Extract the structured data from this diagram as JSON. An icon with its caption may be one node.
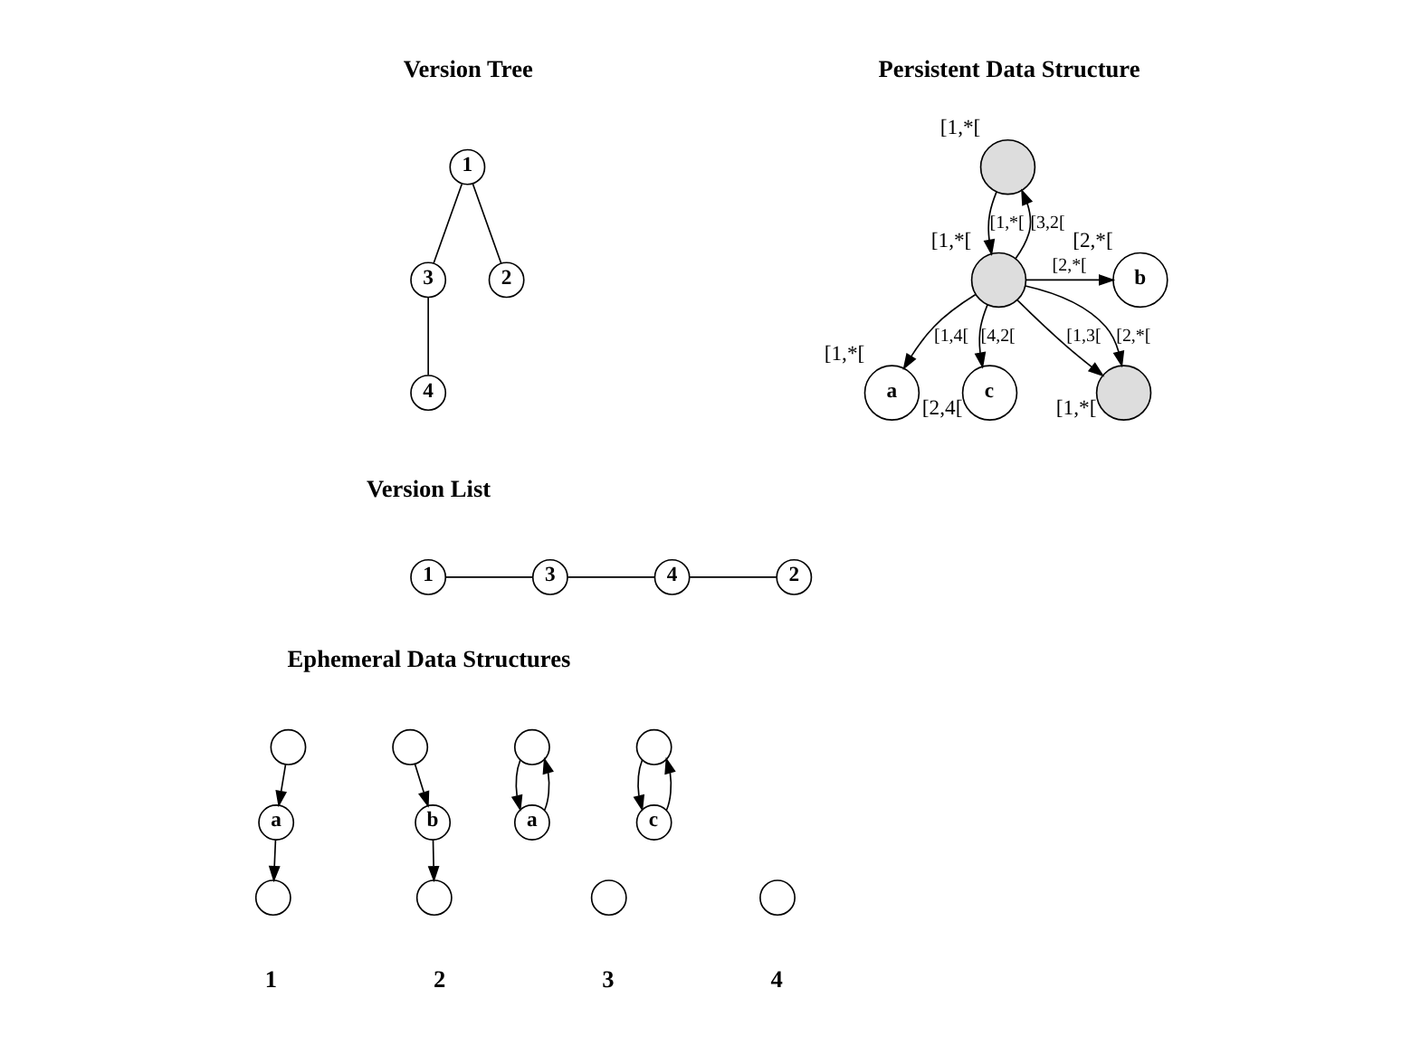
{
  "diagram": {
    "nodes": [
      {
        "text": [
          "1"
        ]
      },
      {
        "text": [
          "3"
        ]
      },
      {
        "text": [
          "2"
        ]
      },
      {
        "text": [
          "4"
        ]
      },
      {
        "text": [
          "1"
        ]
      },
      {
        "text": [
          "3"
        ]
      },
      {
        "text": [
          "4"
        ]
      },
      {
        "text": [
          "2"
        ]
      },
      {
        "text": [],
        "shape": "circle"
      },
      {
        "text": [
          "a"
        ]
      },
      {
        "text": [],
        "shape": "circle"
      },
      {
        "text": [],
        "shape": "circle"
      },
      {
        "text": [
          "b"
        ]
      },
      {
        "text": [],
        "shape": "circle"
      },
      {
        "text": [],
        "shape": "circle"
      },
      {
        "text": [
          "a"
        ]
      },
      {
        "text": [],
        "shape": "circle"
      },
      {
        "text": [],
        "shape": "circle"
      },
      {
        "text": [
          "c"
        ]
      },
      {
        "text": [],
        "shape": "circle"
      },
      {
        "text": [],
        "shape": "circle",
        "beside": [
          "[1,*["
        ]
      },
      {
        "text": [
          "a"
        ],
        "beside": [
          "[1,*["
        ]
      },
      {
        "text": [],
        "shape": "circle",
        "beside": [
          "[1,*["
        ]
      },
      {
        "text": [
          "b"
        ],
        "beside": [
          "[2,*["
        ]
      },
      {
        "text": [
          "c"
        ],
        "beside": [
          "[2,4["
        ]
      },
      {
        "text": [],
        "shape": "circle",
        "beside": [
          "[1,*["
        ]
      }
    ],
    "edges": [
      {
        "from": 0,
        "to": 1,
        "arrow": "none"
      },
      {
        "from": 0,
        "to": 2,
        "arrow": "none"
      },
      {
        "from": 1,
        "to": 3,
        "arrow": "none"
      },
      {
        "from": 4,
        "to": 5,
        "arrow": "none"
      },
      {
        "from": 5,
        "to": 6,
        "arrow": "none"
      },
      {
        "from": 6,
        "to": 7,
        "arrow": "none"
      },
      {
        "from": 8,
        "to": 9,
        "arrow": "to"
      },
      {
        "from": 9,
        "to": 10,
        "arrow": "to"
      },
      {
        "from": 11,
        "to": 12,
        "arrow": "to"
      },
      {
        "from": 12,
        "to": 13,
        "arrow": "to"
      },
      {
        "from": 14,
        "to": 15,
        "arrow": "to"
      },
      {
        "from": 15,
        "to": 14,
        "arrow": "to"
      },
      {
        "from": 17,
        "to": 18,
        "arrow": "to"
      },
      {
        "from": 18,
        "to": 17,
        "arrow": "to"
      },
      {
        "from": 20,
        "to": 22,
        "arrow": "to",
        "label": "[1,*["
      },
      {
        "from": 22,
        "to": 20,
        "arrow": "to",
        "label": "[3,2["
      },
      {
        "from": 22,
        "to": 21,
        "arrow": "to",
        "label": "[1,4["
      },
      {
        "from": 22,
        "to": 23,
        "arrow": "to",
        "label": "[2,*["
      },
      {
        "from": 22,
        "to": 24,
        "arrow": "to",
        "label": "[4,2["
      },
      {
        "from": 22,
        "to": 25,
        "arrow": "to",
        "label": "[1,3["
      },
      {
        "from": 22,
        "to": 25,
        "arrow": "to",
        "label": "[2,*["
      }
    ],
    "labels": [
      "Version Tree",
      "Version List",
      "Ephemeral Data Structures",
      "1",
      "2",
      "3",
      "4",
      "Persistent Data Structure"
    ]
  }
}
